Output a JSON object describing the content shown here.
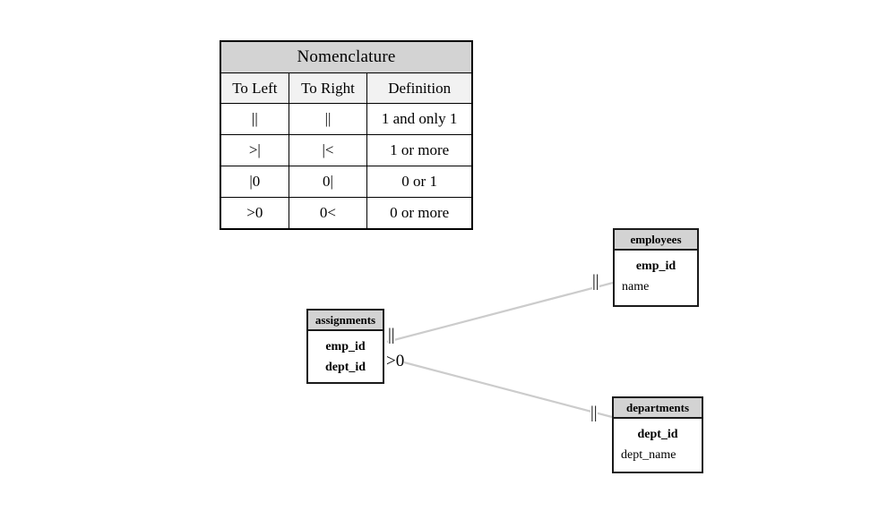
{
  "legend": {
    "title": "Nomenclature",
    "columns": [
      "To Left",
      "To Right",
      "Definition"
    ],
    "rows": [
      {
        "to_left": "||",
        "to_right": "||",
        "definition": "1 and only 1"
      },
      {
        "to_left": ">|",
        "to_right": "|<",
        "definition": "1 or more"
      },
      {
        "to_left": "|0",
        "to_right": "0|",
        "definition": "0 or 1"
      },
      {
        "to_left": ">0",
        "to_right": "0<",
        "definition": "0 or more"
      }
    ]
  },
  "diagram": {
    "entities": [
      {
        "name": "assignments",
        "attributes": [
          {
            "label": "emp_id",
            "key": true
          },
          {
            "label": "dept_id",
            "key": true
          }
        ]
      },
      {
        "name": "employees",
        "attributes": [
          {
            "label": "emp_id",
            "key": true
          },
          {
            "label": "name",
            "key": false
          }
        ]
      },
      {
        "name": "departments",
        "attributes": [
          {
            "label": "dept_id",
            "key": true
          },
          {
            "label": "dept_name",
            "key": false
          }
        ]
      }
    ],
    "relationships": [
      {
        "from": "assignments",
        "to": "employees",
        "from_cardinality": "||",
        "to_cardinality": "||"
      },
      {
        "from": "assignments",
        "to": "departments",
        "from_cardinality": ">0",
        "to_cardinality": "||"
      }
    ]
  },
  "colors": {
    "header_fill": "#d3d3d3",
    "colhead_fill": "#f2f2f2",
    "entity_border": "#1a1a1a",
    "edge_line": "#cccccc",
    "text": "#000000",
    "background": "#ffffff"
  }
}
